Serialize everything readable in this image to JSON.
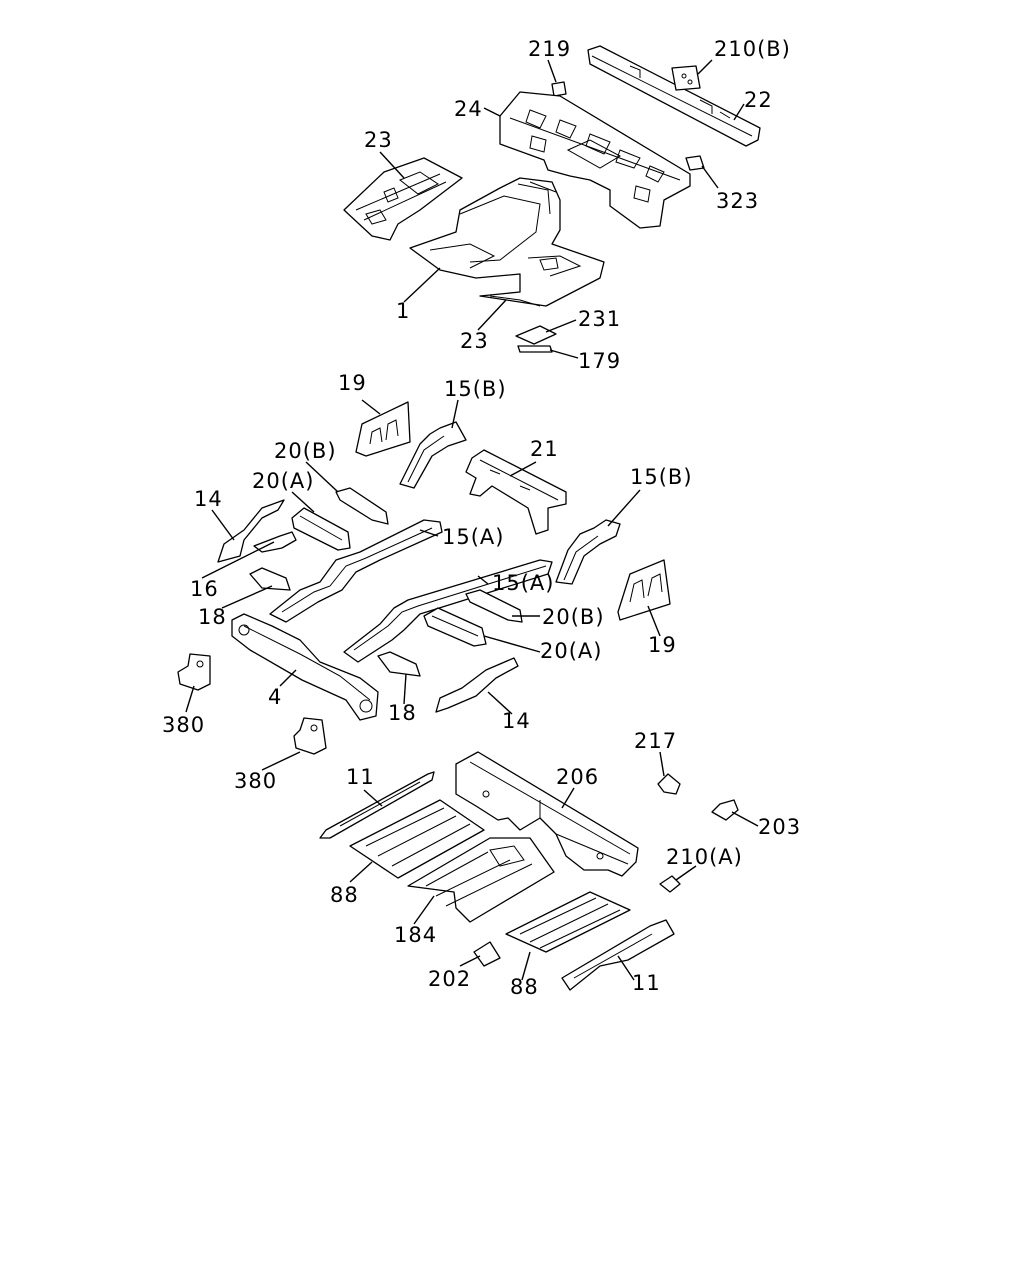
{
  "labels": {
    "p219": "219",
    "p210b": "210(B)",
    "p24": "24",
    "p22": "22",
    "p23a": "23",
    "p323": "323",
    "p1": "1",
    "p23b": "23",
    "p231": "231",
    "p179": "179",
    "p19a": "19",
    "p15b_a": "15(B)",
    "p21": "21",
    "p20b_a": "20(B)",
    "p20a_a": "20(A)",
    "p14a": "14",
    "p15b_b": "15(B)",
    "p15a_a": "15(A)",
    "p16": "16",
    "p15a_b": "15(A)",
    "p18a": "18",
    "p20b_b": "20(B)",
    "p19b": "19",
    "p20a_b": "20(A)",
    "p4": "4",
    "p18b": "18",
    "p380a": "380",
    "p14b": "14",
    "p380b": "380",
    "p217": "217",
    "p11a": "11",
    "p206": "206",
    "p203": "203",
    "p210a": "210(A)",
    "p88a": "88",
    "p184": "184",
    "p202": "202",
    "p88b": "88",
    "p11b": "11"
  }
}
